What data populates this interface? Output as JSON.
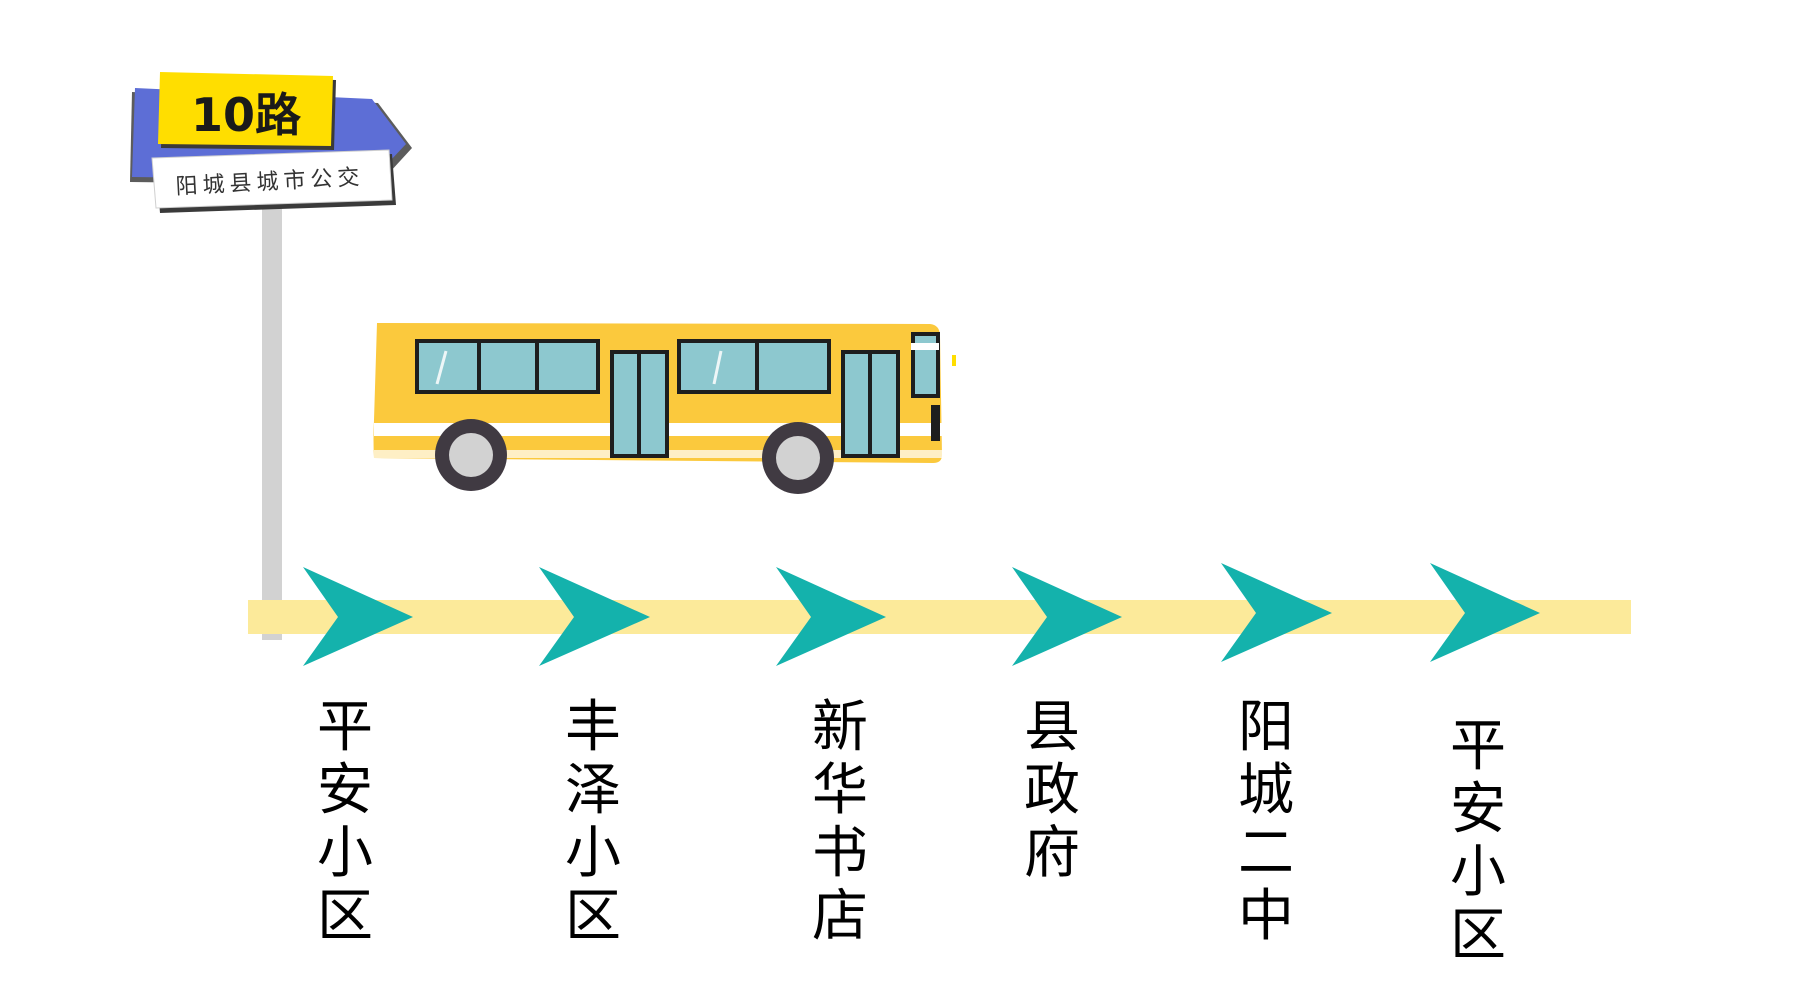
{
  "sign": {
    "route": "10路",
    "operator": "阳城县城市公交"
  },
  "stops": [
    {
      "name": "平安小区"
    },
    {
      "name": "丰泽小区"
    },
    {
      "name": "新华书店"
    },
    {
      "name": "县政府"
    },
    {
      "name": "阳城二中"
    },
    {
      "name": "平安小区"
    }
  ],
  "colors": {
    "track": "#fcea9a",
    "arrow": "#14b2ac",
    "bus_body": "#fbc93d",
    "bus_stripe": "#ffffff",
    "bus_window": "#8dc8cf",
    "sign_blue": "#5d6ed6",
    "sign_yellow": "#ffde00",
    "pole": "#d2d2d2"
  },
  "icons": [
    "bus-icon",
    "bus-stop-sign-icon",
    "direction-arrow-icon"
  ]
}
